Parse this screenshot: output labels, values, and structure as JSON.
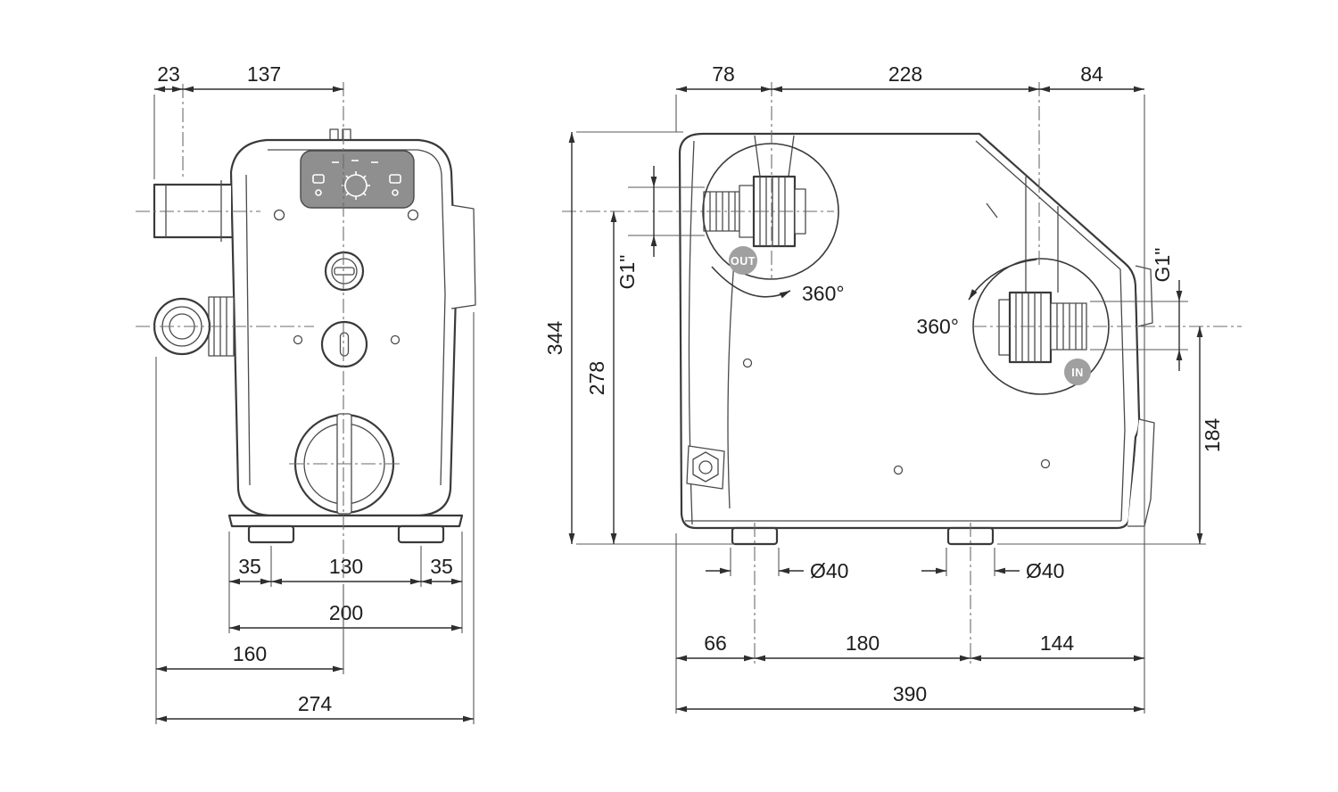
{
  "front_view": {
    "dims": {
      "port_offset_x": "23",
      "port_to_center": "137",
      "foot_left": "35",
      "foot_spacing": "130",
      "foot_right": "35",
      "base_width": "200",
      "left_to_center": "160",
      "overall_width": "274"
    }
  },
  "side_view": {
    "dims": {
      "out_offset": "78",
      "port_spacing": "228",
      "in_offset": "84",
      "overall_height": "344",
      "out_height": "278",
      "in_height": "184",
      "out_thread": "G1\"",
      "in_thread": "G1\"",
      "out_rotation": "360°",
      "in_rotation": "360°",
      "foot_left_dia": "Ø40",
      "foot_right_dia": "Ø40",
      "bottom_left": "66",
      "bottom_mid": "180",
      "bottom_right": "144",
      "overall_width": "390"
    },
    "labels": {
      "out_port": "OUT",
      "in_port": "IN"
    }
  },
  "colors": {
    "line": "#3a3a3a",
    "dimension": "#2e2e2e",
    "badge": "#a0a0a0",
    "panel": "#8f8f8f",
    "background": "#ffffff"
  }
}
